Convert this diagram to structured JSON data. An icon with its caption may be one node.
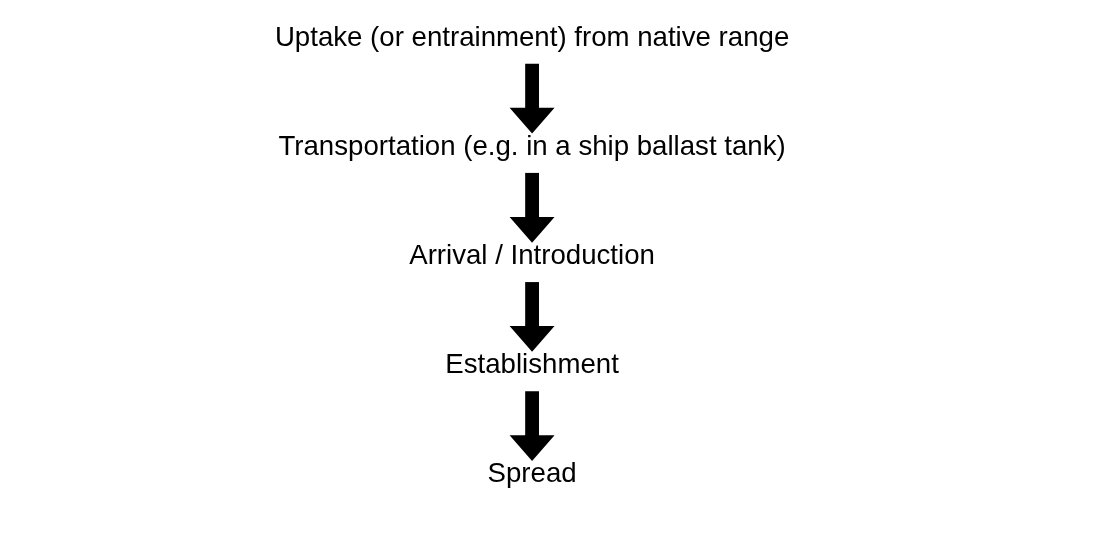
{
  "diagram": {
    "nodes": [
      {
        "text": [
          "Uptake (or entrainment) from native range"
        ]
      },
      {
        "text": [
          "Transportation (e.g. in a ship ballast tank)"
        ]
      },
      {
        "text": [
          "Arrival / Introduction"
        ]
      },
      {
        "text": [
          "Establishment"
        ]
      },
      {
        "text": [
          "Spread"
        ]
      }
    ],
    "edges": [
      {
        "from": 0,
        "to": 1,
        "arrow": "to"
      },
      {
        "from": 1,
        "to": 2,
        "arrow": "to"
      },
      {
        "from": 2,
        "to": 3,
        "arrow": "to"
      },
      {
        "from": 3,
        "to": 4,
        "arrow": "to"
      }
    ]
  }
}
